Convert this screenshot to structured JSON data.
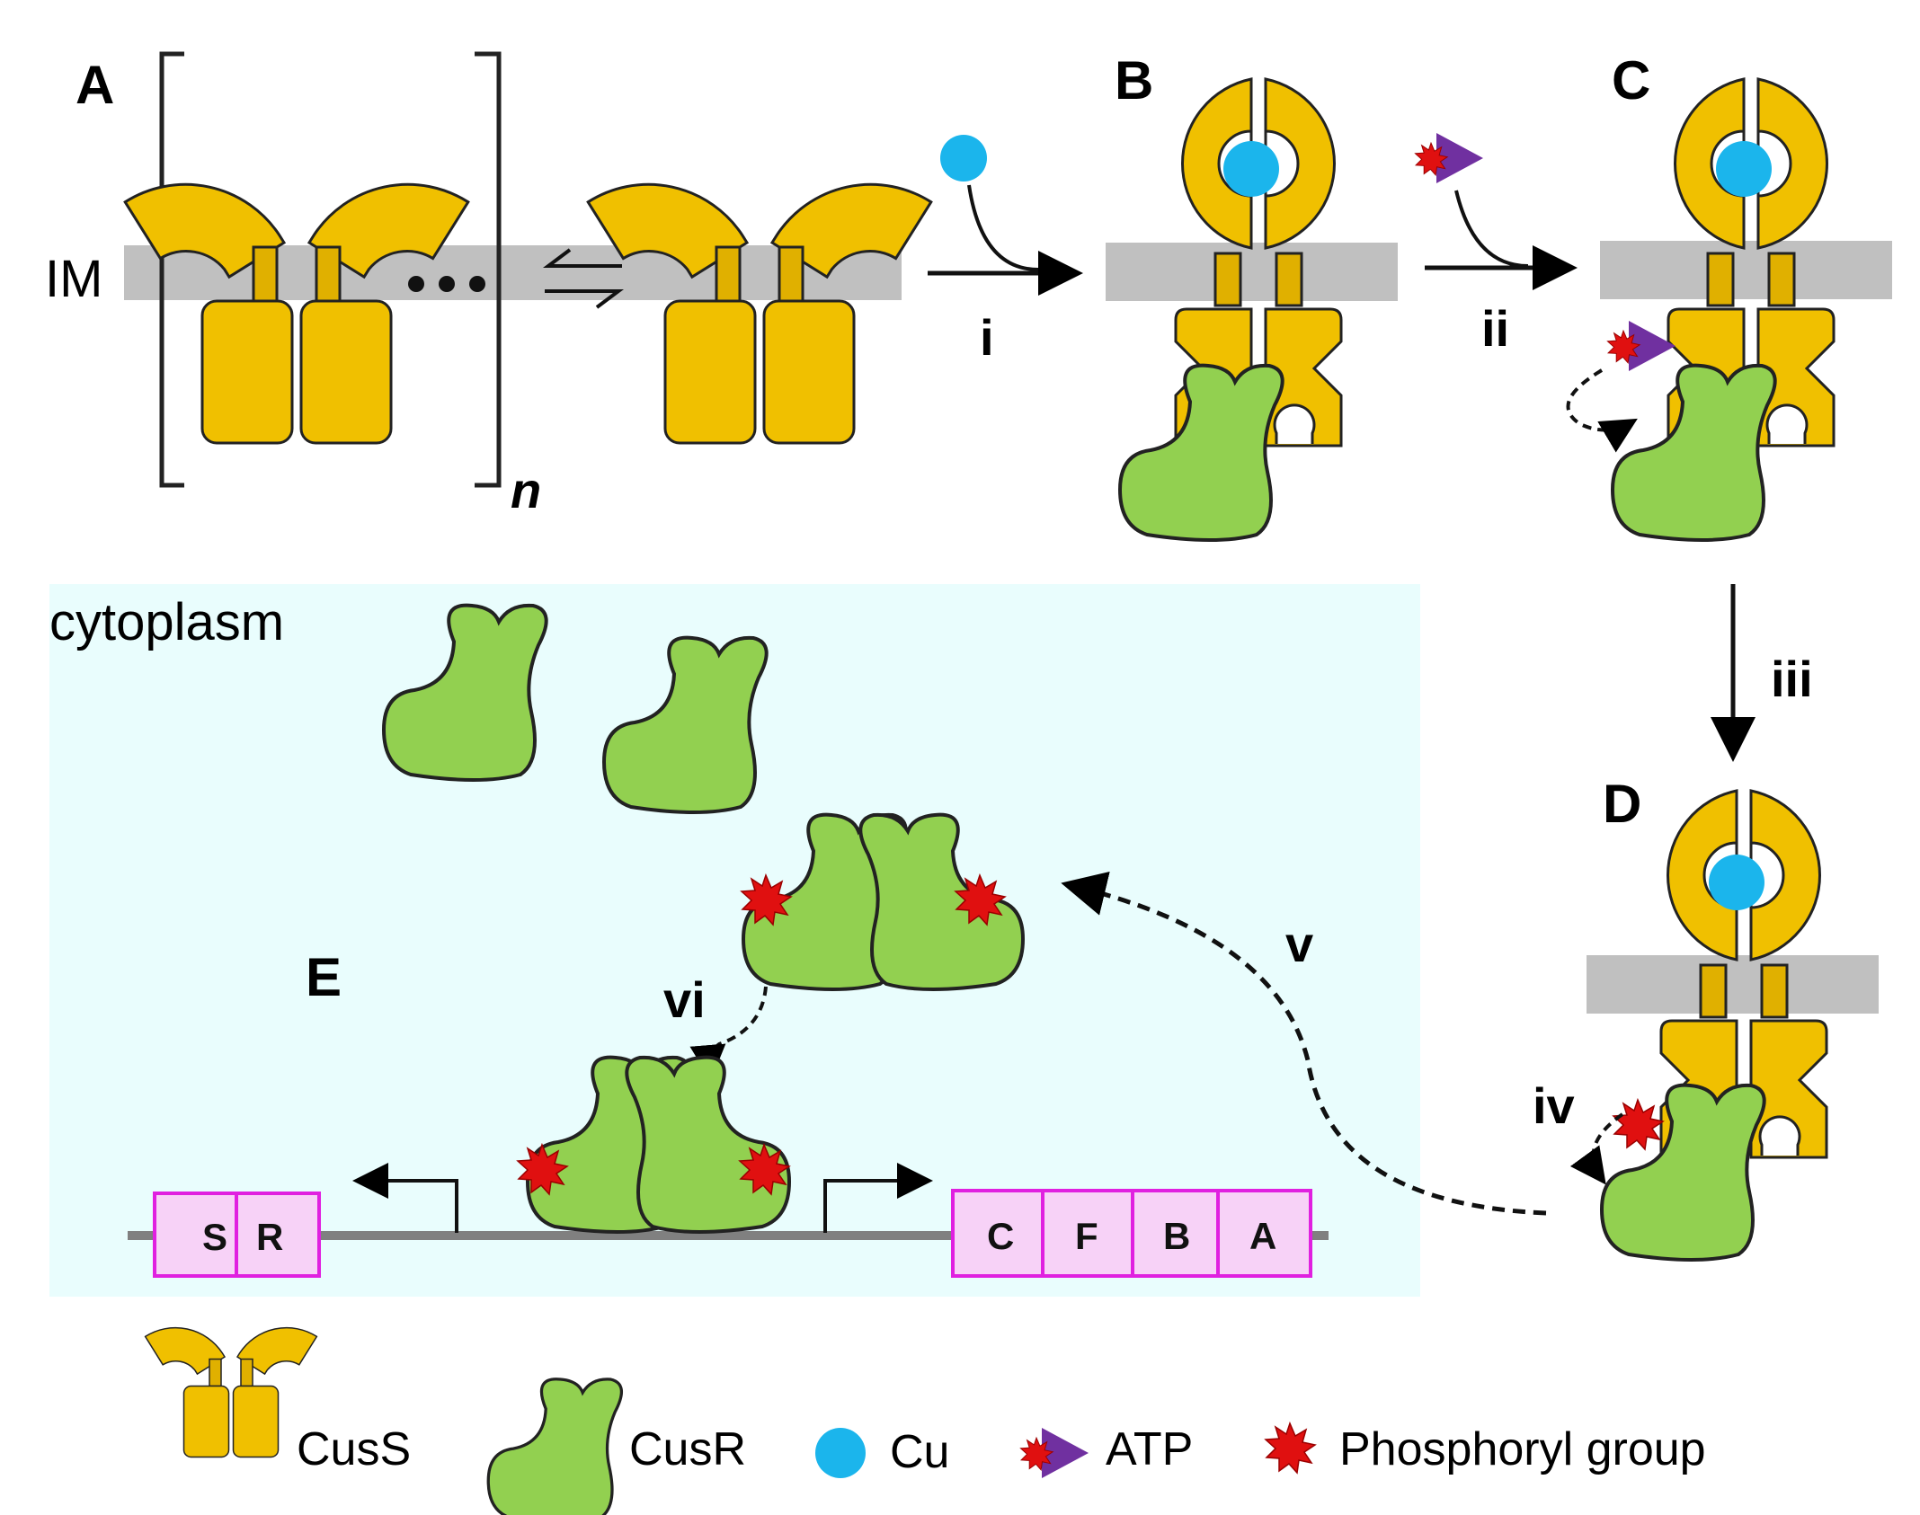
{
  "panels": {
    "a": "A",
    "b": "B",
    "c": "C",
    "d": "D",
    "e": "E"
  },
  "steps": {
    "i": "i",
    "ii": "ii",
    "iii": "iii",
    "iv": "iv",
    "v": "v",
    "vi": "vi"
  },
  "labels": {
    "membrane": "IM",
    "cytoplasm": "cytoplasm",
    "oligomer_n": "n"
  },
  "genes": {
    "left": [
      "S",
      "R"
    ],
    "right": [
      "C",
      "F",
      "B",
      "A"
    ]
  },
  "legend": {
    "cuss": "CusS",
    "cusr": "CusR",
    "cu": "Cu",
    "atp": "ATP",
    "phosphoryl": "Phosphoryl group"
  },
  "colors": {
    "cuss": "#f0c000",
    "cusr": "#92d050",
    "cu": "#1bb5ec",
    "atp": "#7030a0",
    "phosphoryl": "#e01010",
    "membrane": "#c0c0c0",
    "cytoplasm": "#e9fdfd",
    "gene_box": "#f7d2f7",
    "gene_border": "#e020e0"
  }
}
